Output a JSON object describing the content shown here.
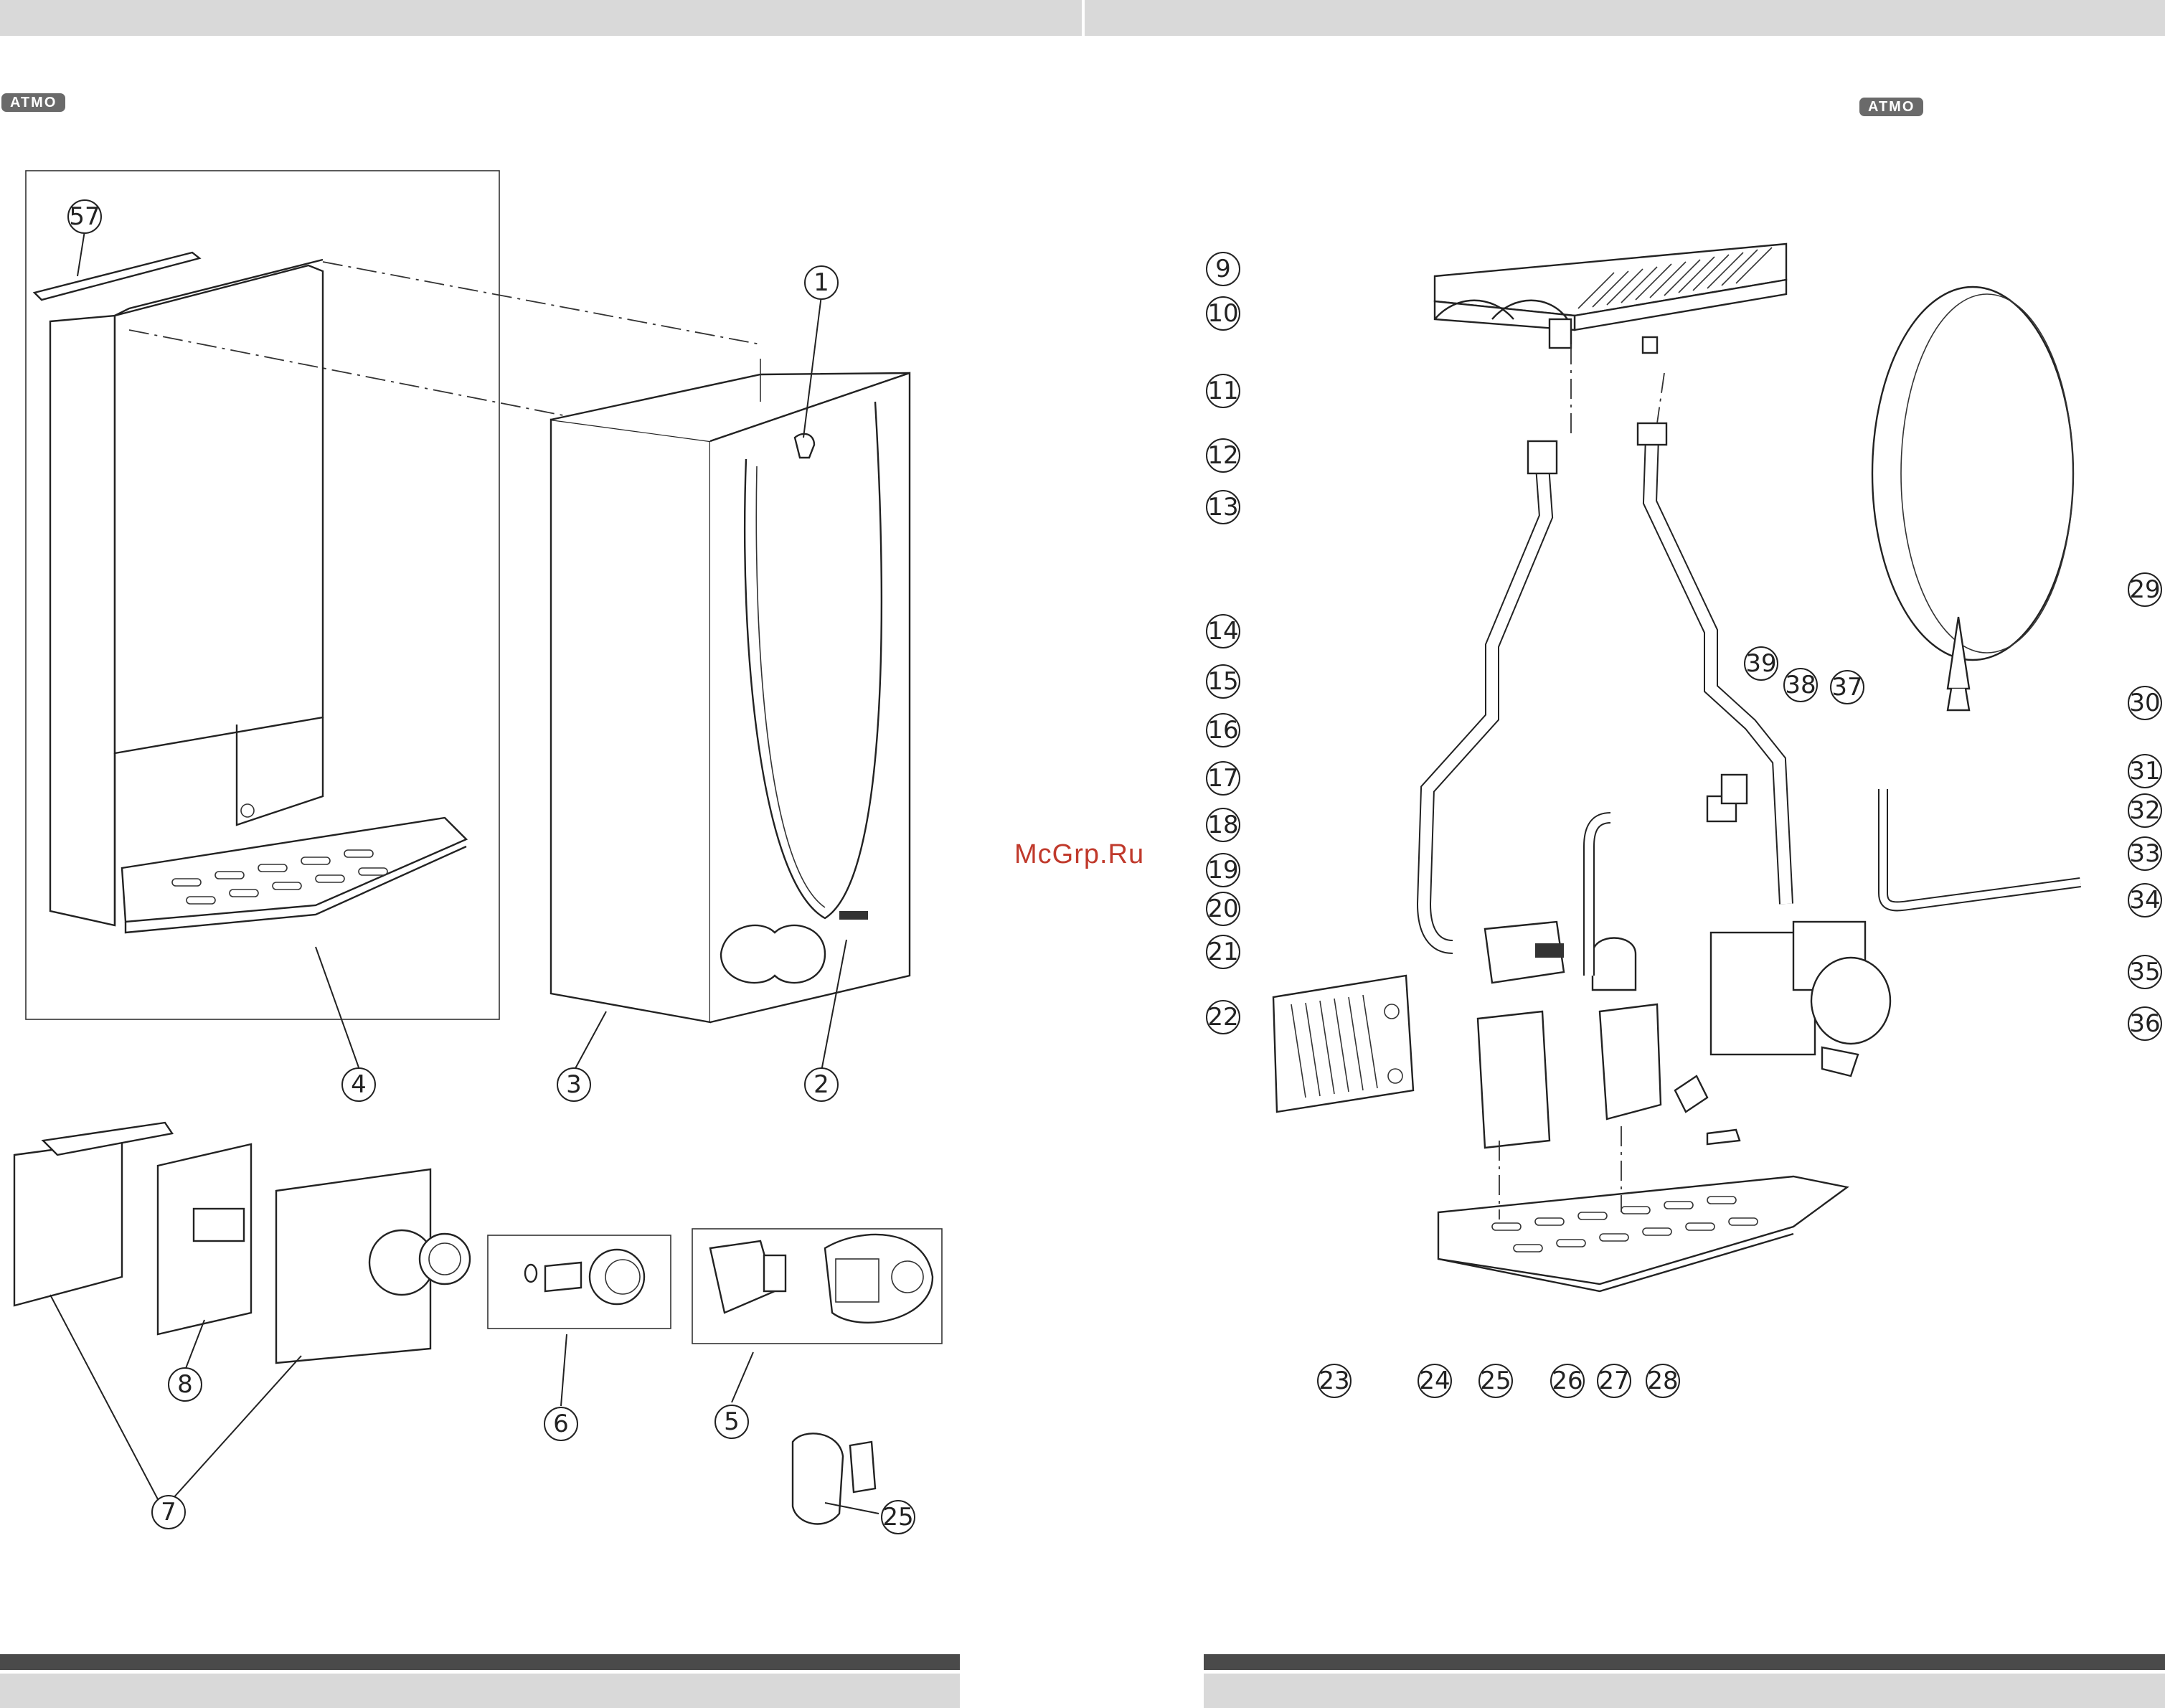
{
  "brand": {
    "badge_left": "ATMO",
    "badge_right": "ATMO"
  },
  "watermark": "McGrp.Ru",
  "colors": {
    "bar_light": "#d9d9d9",
    "bar_dark": "#4a4a4a",
    "badge_bg": "#6a6a6a",
    "watermark": "#c0392b"
  },
  "callouts_left": [
    "57",
    "1",
    "4",
    "3",
    "2",
    "7",
    "8",
    "6",
    "5",
    "25"
  ],
  "callouts_right": [
    "9",
    "10",
    "11",
    "12",
    "13",
    "14",
    "15",
    "16",
    "17",
    "18",
    "19",
    "20",
    "21",
    "22",
    "23",
    "24",
    "25",
    "26",
    "27",
    "28",
    "29",
    "30",
    "31",
    "32",
    "33",
    "34",
    "35",
    "36",
    "37",
    "38",
    "39"
  ]
}
